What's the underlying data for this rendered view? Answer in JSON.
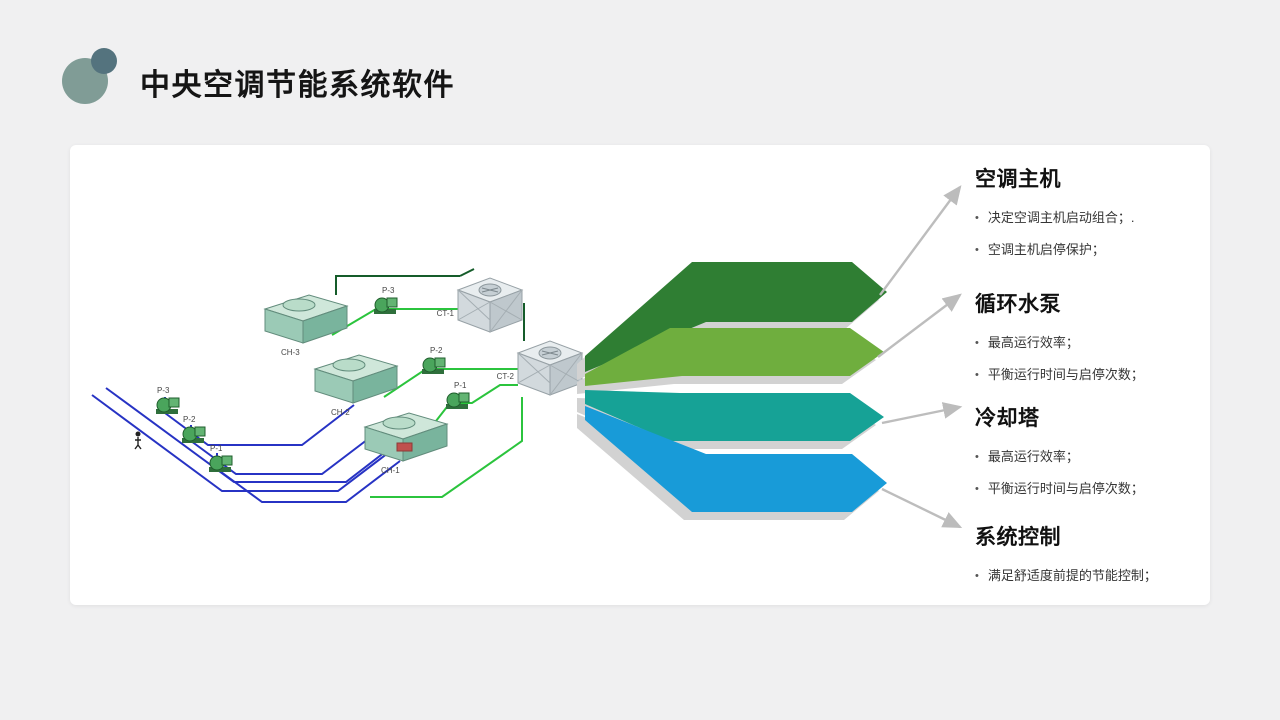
{
  "slide": {
    "title": "中央空调节能系统软件"
  },
  "ui": {
    "bullet_char": "•"
  },
  "callouts": [
    {
      "heading": "空调主机",
      "bullets": [
        "决定空调主机启动组合；.",
        "空调主机启停保护；"
      ],
      "arrow_color": "#2f7e33"
    },
    {
      "heading": "循环水泵",
      "bullets": [
        "最高运行效率；",
        "平衡运行时间与启停次数；"
      ],
      "arrow_color": "#6fae3e"
    },
    {
      "heading": "冷却塔",
      "bullets": [
        "最高运行效率；",
        "平衡运行时间与启停次数；"
      ],
      "arrow_color": "#16a296"
    },
    {
      "heading": "系统控制",
      "bullets": [
        "满足舒适度前提的节能控制；"
      ],
      "arrow_color": "#189bd8"
    }
  ],
  "diagram": {
    "labels": {
      "ch1": "CH-1",
      "ch2": "CH-2",
      "ch3": "CH-3",
      "p1l": "P-1",
      "p2l": "P-2",
      "p3l": "P-3",
      "p1r": "P-1",
      "p2r": "P-2",
      "p3r": "P-3",
      "ct1": "CT-1",
      "ct2": "CT-2"
    }
  }
}
